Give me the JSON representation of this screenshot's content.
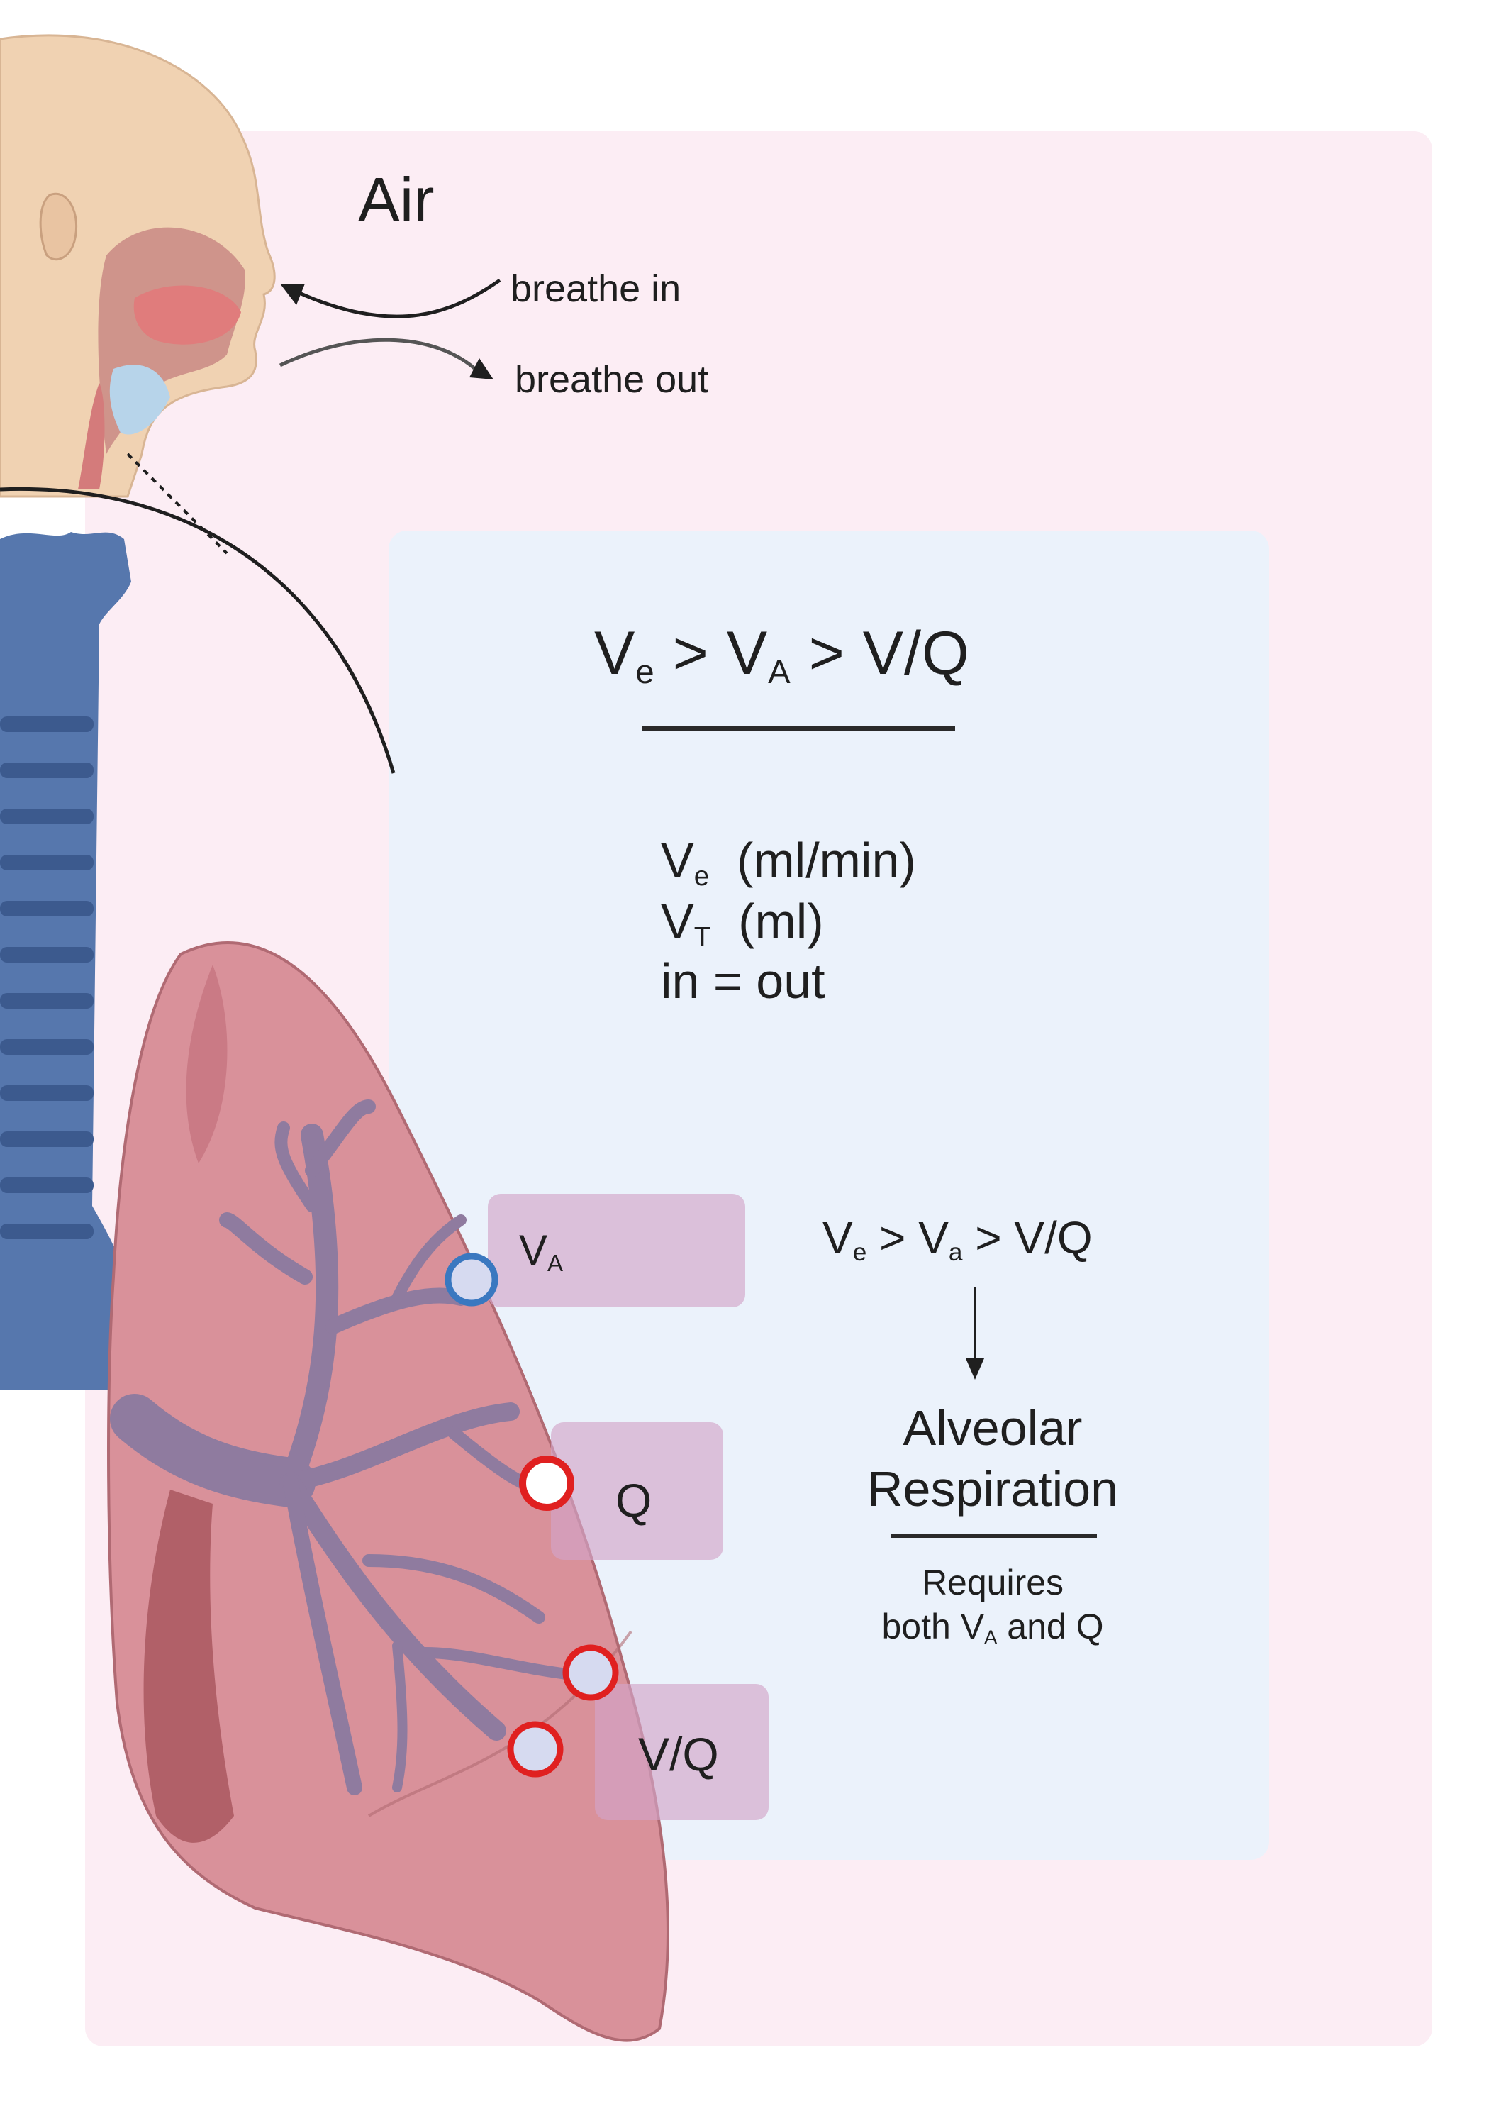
{
  "header": {
    "title": "Air"
  },
  "airflow": {
    "breathe_in": "breathe in",
    "breathe_out": "breathe out"
  },
  "equation_main": {
    "ve": "V",
    "ve_sub": "e",
    "gt1": ">",
    "va": "V",
    "va_sub": "A",
    "gt2": ">",
    "vq": "V/Q"
  },
  "definitions": {
    "ve": {
      "symbol": "V",
      "sub": "e",
      "unit": "(ml/min)"
    },
    "vt": {
      "symbol": "V",
      "sub": "T",
      "unit": "(ml)"
    },
    "balance": "in = out"
  },
  "equation_secondary": {
    "ve": "V",
    "ve_sub": "e",
    "gt1": ">",
    "va": "V",
    "va_sub": "a",
    "gt2": ">",
    "vq": "V/Q"
  },
  "summary": {
    "title": "Alveolar Respiration",
    "note_line1": "Requires",
    "note_line2_pre": "both V",
    "note_line2_sub": "A",
    "note_line2_post": " and Q"
  },
  "lung_labels": {
    "va": "V",
    "va_sub": "A",
    "q": "Q",
    "vq": "V/Q"
  },
  "colors": {
    "outer_panel": "#fcedf4",
    "inner_panel": "#ebf2fb",
    "skin": "#f0d2b2",
    "trachea": "#5677ad",
    "lung": "#d9919a",
    "bronchi": "#8f7b9f",
    "marker_va": "#3a78c0",
    "marker_q": "#e02020"
  }
}
